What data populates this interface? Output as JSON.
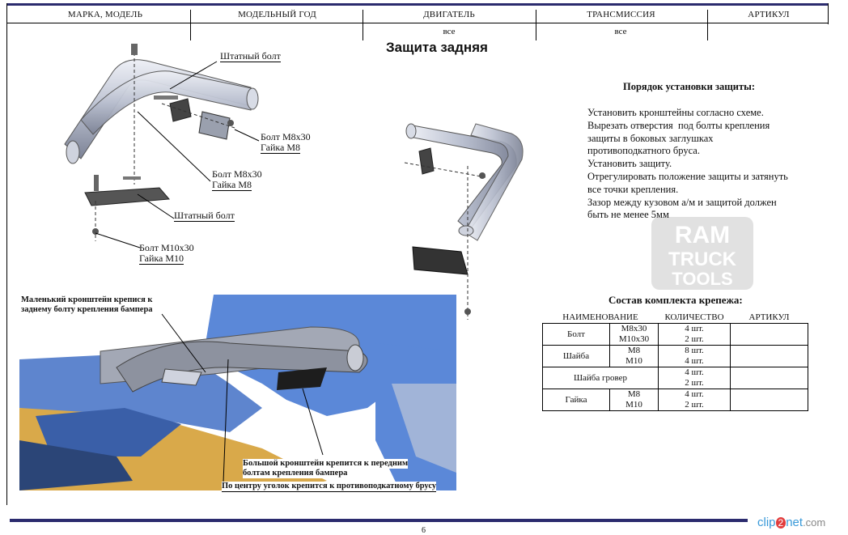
{
  "header": {
    "cols": [
      "МАРКА, МОДЕЛЬ",
      "МОДЕЛЬНЫЙ ГОД",
      "ДВИГАТЕЛЬ",
      "ТРАНСМИССИЯ",
      "АРТИКУЛ"
    ],
    "engine_value": "все",
    "transmission_value": "все"
  },
  "title": "Защита задняя",
  "diagram_labels": {
    "stock_bolt_top": "Штатный болт",
    "bolt_m8_right_1": "Болт М8х30",
    "bolt_m8_right_2": "Гайка М8",
    "bolt_m8_mid_1": "Болт М8х30",
    "bolt_m8_mid_2": "Гайка М8",
    "stock_bolt_mid": "Штатный болт",
    "bolt_m10_1": "Болт М10х30",
    "bolt_m10_2": "Гайка М10"
  },
  "instructions": {
    "title": "Порядок установки защиты:",
    "lines": [
      "Установить кронштейны согласно схеме.",
      "Вырезать отверстия  под болты крепления",
      "защиты в боковых заглушках",
      "противоподкатного бруса.",
      "Установить защиту.",
      "Отрегулировать положение защиты и затянуть",
      "все точки крепления.",
      "Зазор между кузовом а/м и защитой должен",
      "быть не менее 5мм"
    ]
  },
  "watermark": {
    "l1": "RAM",
    "l2": "TRUCK",
    "l3": "TOOLS"
  },
  "kit": {
    "title": "Состав комплекта крепежа:",
    "headers": [
      "НАИМЕНОВАНИЕ",
      "КОЛИЧЕСТВО",
      "АРТИКУЛ"
    ],
    "rows": [
      {
        "name": "Болт",
        "sizes": [
          "М8х30",
          "М10х30"
        ],
        "counts": [
          "4 шт.",
          "2 шт."
        ]
      },
      {
        "name": "Шайба",
        "sizes": [
          "М8",
          "М10"
        ],
        "counts": [
          "8 шт.",
          "4 шт."
        ]
      },
      {
        "name": "Шайба гровер",
        "sizes": [
          "",
          ""
        ],
        "counts": [
          "4 шт.",
          "2 шт."
        ]
      },
      {
        "name": "Гайка",
        "sizes": [
          "М8",
          "М10"
        ],
        "counts": [
          "4 шт.",
          "2 шт."
        ]
      }
    ]
  },
  "photo_labels": {
    "small_bracket_1": "Маленький кронштейн крепися к",
    "small_bracket_2": "заднему болту крепления бампера",
    "big_bracket_1": "Большой кронштейн крепится к передним",
    "big_bracket_2": "болтам крепления бампера",
    "center_corner": "По центру уголок крепится к противоподкатному брусу"
  },
  "footer": {
    "logo_a": "clip",
    "logo_b": "2",
    "logo_c": "net",
    "logo_d": ".com",
    "page": "6"
  }
}
